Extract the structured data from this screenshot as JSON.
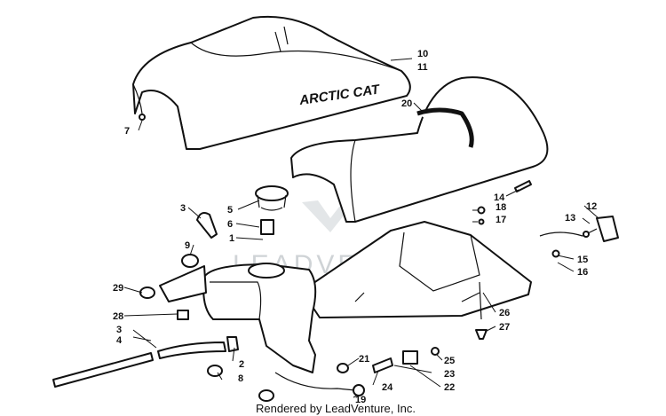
{
  "brand_text": "ARCTIC CAT",
  "watermark": "LEADVENTURE",
  "footer": "Rendered by LeadVenture, Inc.",
  "callouts": [
    {
      "id": "c1",
      "text": "1"
    },
    {
      "id": "c2",
      "text": "2"
    },
    {
      "id": "c3a",
      "text": "3"
    },
    {
      "id": "c3b",
      "text": "3"
    },
    {
      "id": "c4",
      "text": "4"
    },
    {
      "id": "c5",
      "text": "5"
    },
    {
      "id": "c6",
      "text": "6"
    },
    {
      "id": "c7",
      "text": "7"
    },
    {
      "id": "c8",
      "text": "8"
    },
    {
      "id": "c9",
      "text": "9"
    },
    {
      "id": "c10",
      "text": "10"
    },
    {
      "id": "c11",
      "text": "11"
    },
    {
      "id": "c12",
      "text": "12"
    },
    {
      "id": "c13",
      "text": "13"
    },
    {
      "id": "c14",
      "text": "14"
    },
    {
      "id": "c15",
      "text": "15"
    },
    {
      "id": "c16",
      "text": "16"
    },
    {
      "id": "c17",
      "text": "17"
    },
    {
      "id": "c18",
      "text": "18"
    },
    {
      "id": "c19",
      "text": "19"
    },
    {
      "id": "c20",
      "text": "20"
    },
    {
      "id": "c21",
      "text": "21"
    },
    {
      "id": "c22",
      "text": "22"
    },
    {
      "id": "c23",
      "text": "23"
    },
    {
      "id": "c24",
      "text": "24"
    },
    {
      "id": "c25",
      "text": "25"
    },
    {
      "id": "c26",
      "text": "26"
    },
    {
      "id": "c27",
      "text": "27"
    },
    {
      "id": "c28",
      "text": "28"
    },
    {
      "id": "c29",
      "text": "29"
    }
  ]
}
